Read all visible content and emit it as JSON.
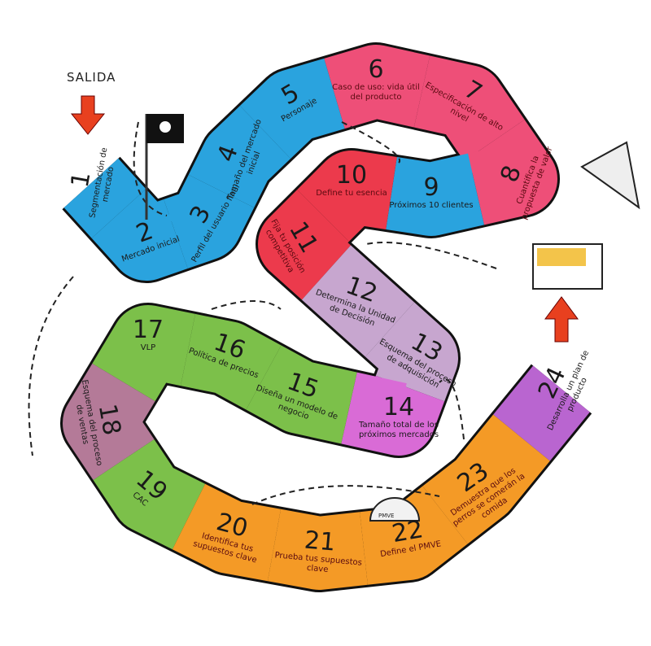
{
  "start_label": "SALIDA",
  "colors": {
    "blue": "#2aa3de",
    "pink": "#ee4f78",
    "red": "#ec3a4c",
    "lavender": "#c7a6cf",
    "magenta": "#d96bd6",
    "green": "#7cc04a",
    "mauve": "#b47a98",
    "orange": "#f49a26",
    "purple": "#b965d0",
    "arrow": "#e8401f"
  },
  "steps": [
    {
      "n": "1",
      "label": "Segmentación de mercado",
      "color": "blue"
    },
    {
      "n": "2",
      "label": "Mercado inicial",
      "color": "blue"
    },
    {
      "n": "3",
      "label": "Perfil del usuario final",
      "color": "blue"
    },
    {
      "n": "4",
      "label": "Tamaño del mercado inicial",
      "color": "blue"
    },
    {
      "n": "5",
      "label": "Personaje",
      "color": "blue"
    },
    {
      "n": "6",
      "label": "Caso de uso: vida útil del producto",
      "color": "pink"
    },
    {
      "n": "7",
      "label": "Especificación de alto nivel",
      "color": "pink"
    },
    {
      "n": "8",
      "label": "Cuantifica la propuesta de valor",
      "color": "pink"
    },
    {
      "n": "9",
      "label": "Próximos 10 clientes",
      "color": "blue"
    },
    {
      "n": "10",
      "label": "Define tu esencia",
      "color": "red"
    },
    {
      "n": "11",
      "label": "Fija tu posición competitiva",
      "color": "red"
    },
    {
      "n": "12",
      "label": "Determina la Unidad de Decisión",
      "color": "lavender"
    },
    {
      "n": "13",
      "label": "Esquema del proceso de adquisición",
      "color": "lavender"
    },
    {
      "n": "14",
      "label": "Tamaño total de los próximos mercados",
      "color": "magenta"
    },
    {
      "n": "15",
      "label": "Diseña un modelo de negocio",
      "color": "green"
    },
    {
      "n": "16",
      "label": "Política de precios",
      "color": "green"
    },
    {
      "n": "17",
      "label": "VLP",
      "color": "green"
    },
    {
      "n": "18",
      "label": "Esquema del proceso de ventas",
      "color": "mauve"
    },
    {
      "n": "19",
      "label": "CAC",
      "color": "green"
    },
    {
      "n": "20",
      "label": "Identifica tus supuestos clave",
      "color": "orange"
    },
    {
      "n": "21",
      "label": "Prueba tus supuestos clave",
      "color": "orange"
    },
    {
      "n": "22",
      "label": "Define el PMVE",
      "color": "orange"
    },
    {
      "n": "23",
      "label": "Demuestra que los perros se comerán la comida",
      "color": "orange"
    },
    {
      "n": "24",
      "label": "Desarrolla un plan de producto",
      "color": "purple"
    }
  ],
  "igloo_sign": "PMVE"
}
